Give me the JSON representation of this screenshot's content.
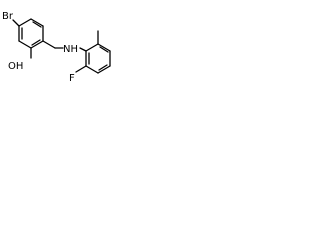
{
  "molecule": {
    "atoms": {
      "br": "Br",
      "oh": "OH",
      "nh": "NH",
      "f": "F"
    },
    "colors": {
      "bond": "#000000",
      "label": "#000000",
      "background": "#ffffff"
    }
  }
}
